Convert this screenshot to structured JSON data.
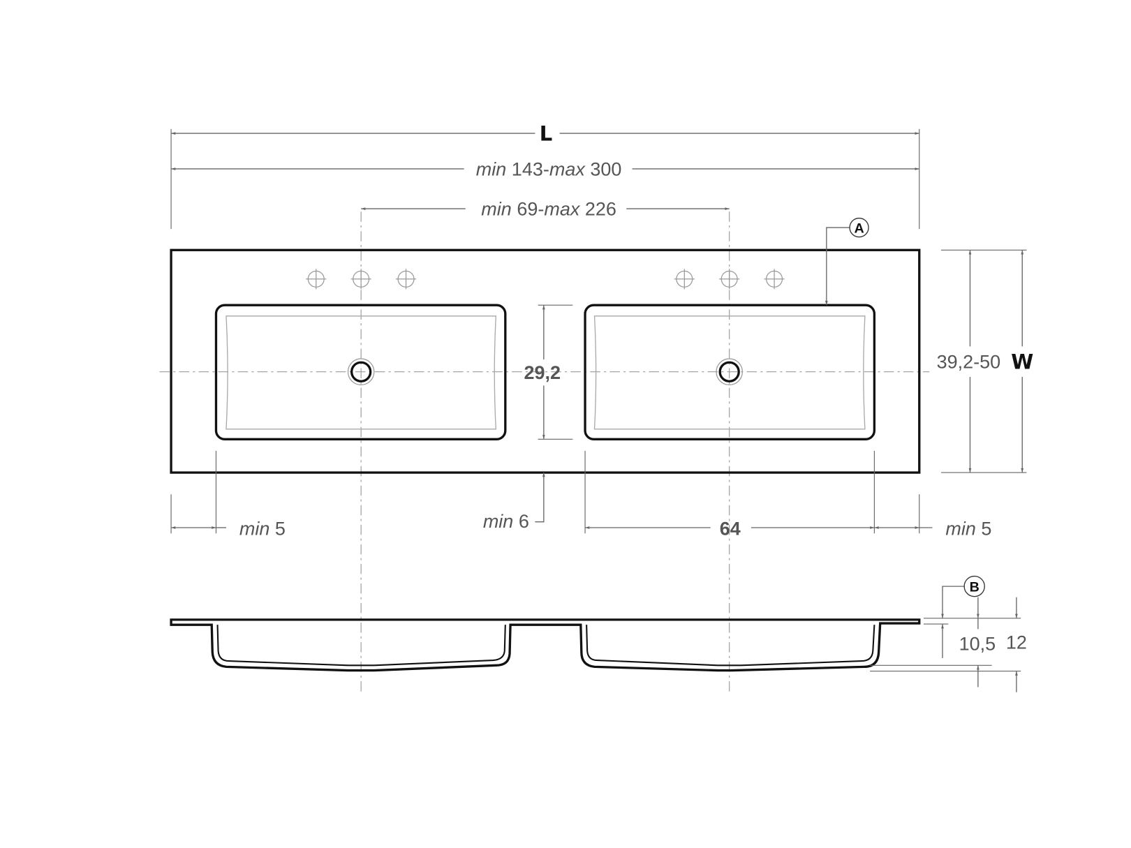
{
  "dimensions": {
    "length_symbol": "L",
    "length_range": {
      "min_word": "min",
      "min_value": "143-",
      "max_word": "max",
      "max_value": "300"
    },
    "basin_spacing": {
      "min_word": "min",
      "min_value": "69-",
      "max_word": "max",
      "max_value": "226"
    },
    "width_symbol": "W",
    "width_range": "39,2-50",
    "basin_depth_front": "29,2",
    "front_margin": {
      "word": "min",
      "value": "6"
    },
    "left_margin": {
      "word": "min",
      "value": "5"
    },
    "right_margin": {
      "word": "min",
      "value": "5"
    },
    "basin_length": "64",
    "height_inner": "10,5",
    "height_total": "12"
  },
  "callouts": {
    "a": "A",
    "b": "B"
  },
  "colors": {
    "outline": "#111111",
    "dimension": "#666666",
    "text": "#555555"
  }
}
